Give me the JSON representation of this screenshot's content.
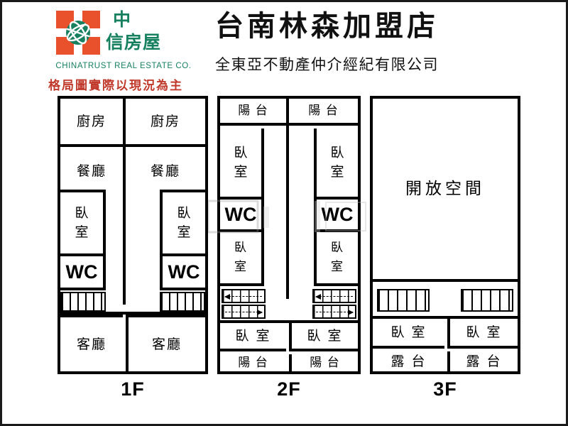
{
  "brand": {
    "logo_icon": "chinatrust-globe-logo",
    "name_cn_row1": "中",
    "name_cn_row2": "信房屋",
    "name_en": "CHINATRUST REAL ESTATE CO.",
    "disclaimer": "格局圖實際以現況為主",
    "colors": {
      "orange": "#e8512c",
      "teal": "#17805f",
      "disclaimer_red": "#c0392b"
    }
  },
  "header": {
    "title": "台南林森加盟店",
    "subtitle": "全東亞不動產仲介經紀有限公司"
  },
  "floors": [
    {
      "id": "1F",
      "label": "1F",
      "rooms": [
        {
          "name": "kitchen-left",
          "label": "廚房"
        },
        {
          "name": "kitchen-right",
          "label": "廚房"
        },
        {
          "name": "dining-left",
          "label": "餐廳"
        },
        {
          "name": "dining-right",
          "label": "餐廳"
        },
        {
          "name": "bedroom-left",
          "label": "臥\n室"
        },
        {
          "name": "bedroom-right",
          "label": "臥\n室"
        },
        {
          "name": "wc-left",
          "label": "WC"
        },
        {
          "name": "wc-right",
          "label": "WC"
        },
        {
          "name": "living-left",
          "label": "客廳"
        },
        {
          "name": "living-right",
          "label": "客廳"
        }
      ],
      "stairs": 2
    },
    {
      "id": "2F",
      "label": "2F",
      "rooms": [
        {
          "name": "balcony-top-left",
          "label": "陽 台"
        },
        {
          "name": "balcony-top-right",
          "label": "陽 台"
        },
        {
          "name": "bedroom-upper-left",
          "label": "臥\n室"
        },
        {
          "name": "bedroom-upper-right",
          "label": "臥\n室"
        },
        {
          "name": "wc-left",
          "label": "WC"
        },
        {
          "name": "wc-right",
          "label": "WC"
        },
        {
          "name": "bedroom-lower-left",
          "label": "臥\n室"
        },
        {
          "name": "bedroom-lower-right",
          "label": "臥\n室"
        },
        {
          "name": "bedroom-bottom-left",
          "label": "臥 室"
        },
        {
          "name": "bedroom-bottom-right",
          "label": "臥 室"
        },
        {
          "name": "balcony-bottom-left",
          "label": "陽 台"
        },
        {
          "name": "balcony-bottom-right",
          "label": "陽 台"
        }
      ],
      "stairs": 4
    },
    {
      "id": "3F",
      "label": "3F",
      "rooms": [
        {
          "name": "open-space",
          "label": "開放空間"
        },
        {
          "name": "bedroom-left",
          "label": "臥 室"
        },
        {
          "name": "bedroom-right",
          "label": "臥 室"
        },
        {
          "name": "terrace-left",
          "label": "露 台"
        },
        {
          "name": "terrace-right",
          "label": "露 台"
        }
      ],
      "stairs": 2
    }
  ]
}
